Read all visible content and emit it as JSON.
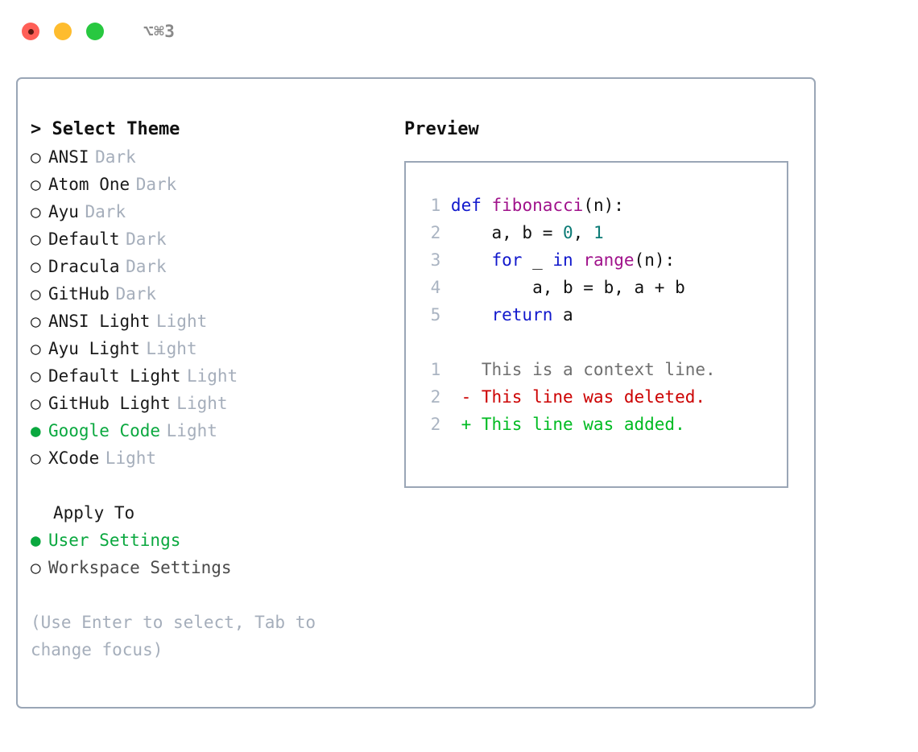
{
  "window": {
    "title": "⌥⌘3",
    "traffic_lights": [
      {
        "name": "close-button",
        "color": "#ff5f57"
      },
      {
        "name": "minimize-button",
        "color": "#febc2e"
      },
      {
        "name": "maximize-button",
        "color": "#28c840"
      }
    ]
  },
  "colors": {
    "accent_green": "#0aa83f",
    "muted": "#a5aebb",
    "border": "#9aa6b6",
    "keyword": "#1118cc",
    "function": "#a0128b",
    "number": "#0b7a75",
    "diff_delete": "#cc0000",
    "diff_add": "#00bb22",
    "gutter": "#aab4c2"
  },
  "theme_list": {
    "header": "> Select Theme",
    "bullet_unselected": "○",
    "bullet_selected": "●",
    "items": [
      {
        "name": "ANSI",
        "variant": "Dark",
        "selected": false
      },
      {
        "name": "Atom One",
        "variant": "Dark",
        "selected": false
      },
      {
        "name": "Ayu",
        "variant": "Dark",
        "selected": false
      },
      {
        "name": "Default",
        "variant": "Dark",
        "selected": false
      },
      {
        "name": "Dracula",
        "variant": "Dark",
        "selected": false
      },
      {
        "name": "GitHub",
        "variant": "Dark",
        "selected": false
      },
      {
        "name": "ANSI Light",
        "variant": "Light",
        "selected": false
      },
      {
        "name": "Ayu Light",
        "variant": "Light",
        "selected": false
      },
      {
        "name": "Default Light",
        "variant": "Light",
        "selected": false
      },
      {
        "name": "GitHub Light",
        "variant": "Light",
        "selected": false
      },
      {
        "name": "Google Code",
        "variant": "Light",
        "selected": true
      },
      {
        "name": "XCode",
        "variant": "Light",
        "selected": false
      }
    ]
  },
  "apply_to": {
    "header": "Apply To",
    "options": [
      {
        "label": "User Settings",
        "selected": true
      },
      {
        "label": "Workspace Settings",
        "selected": false
      }
    ]
  },
  "hint": "(Use Enter to select, Tab to change focus)",
  "preview": {
    "title": "Preview",
    "code_lines": [
      {
        "no": "1",
        "tokens": [
          {
            "t": "def",
            "k": "kw"
          },
          {
            "t": " ",
            "k": "plain"
          },
          {
            "t": "fibonacci",
            "k": "fn"
          },
          {
            "t": "(n):",
            "k": "plain"
          }
        ]
      },
      {
        "no": "2",
        "tokens": [
          {
            "t": "    a, b = ",
            "k": "plain"
          },
          {
            "t": "0",
            "k": "num"
          },
          {
            "t": ", ",
            "k": "plain"
          },
          {
            "t": "1",
            "k": "num"
          }
        ]
      },
      {
        "no": "3",
        "tokens": [
          {
            "t": "    ",
            "k": "plain"
          },
          {
            "t": "for",
            "k": "kw"
          },
          {
            "t": " _ ",
            "k": "plain"
          },
          {
            "t": "in",
            "k": "kw"
          },
          {
            "t": " ",
            "k": "plain"
          },
          {
            "t": "range",
            "k": "fn"
          },
          {
            "t": "(n):",
            "k": "plain"
          }
        ]
      },
      {
        "no": "4",
        "tokens": [
          {
            "t": "        a, b = b, a + b",
            "k": "plain"
          }
        ]
      },
      {
        "no": "5",
        "tokens": [
          {
            "t": "    ",
            "k": "plain"
          },
          {
            "t": "return",
            "k": "kw"
          },
          {
            "t": " a",
            "k": "plain"
          }
        ]
      }
    ],
    "diff_lines": [
      {
        "no": "1",
        "marker": " ",
        "text": "This is a context line.",
        "kind": "ctx"
      },
      {
        "no": "2",
        "marker": "-",
        "text": "This line was deleted.",
        "kind": "del"
      },
      {
        "no": "2",
        "marker": "+",
        "text": "This line was added.",
        "kind": "add"
      }
    ]
  }
}
